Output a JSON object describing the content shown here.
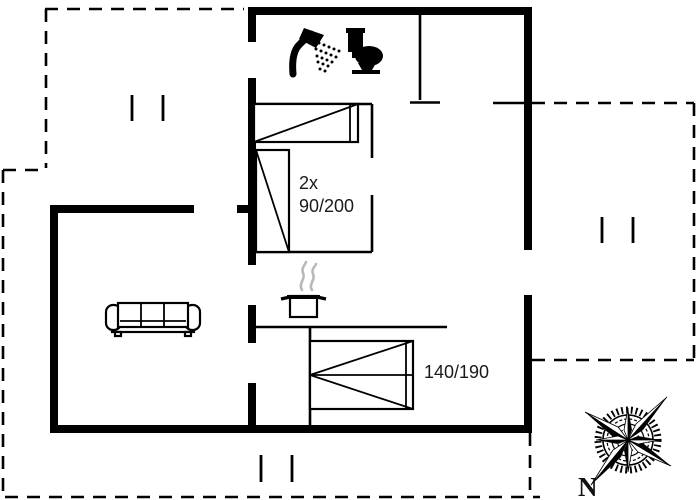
{
  "floor_plan": {
    "beds": {
      "twin": {
        "count_label": "2x",
        "size_label": "90/200"
      },
      "double": {
        "size_label": "140/190"
      }
    },
    "compass": {
      "north_label": "N"
    },
    "icons": [
      "shower-icon",
      "toilet-icon",
      "cooking-pot-icon",
      "sofa-icon",
      "compass-rose-icon",
      "window-tick-marks"
    ],
    "colors": {
      "walls": "#000000",
      "background": "#ffffff",
      "steam": "#b9b9b9"
    }
  }
}
